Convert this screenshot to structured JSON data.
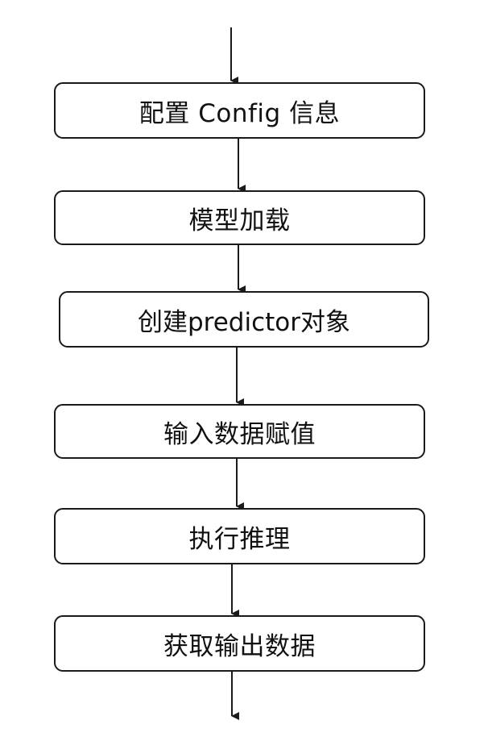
{
  "flowchart": {
    "steps": [
      {
        "label": "配置 Config 信息"
      },
      {
        "label": "模型加载"
      },
      {
        "label": "创建predictor对象"
      },
      {
        "label": "输入数据赋值"
      },
      {
        "label": "执行推理"
      },
      {
        "label": "获取输出数据"
      }
    ],
    "colors": {
      "line": "#1a1a1a",
      "box_fill": "#ffffff",
      "text": "#111111"
    }
  }
}
